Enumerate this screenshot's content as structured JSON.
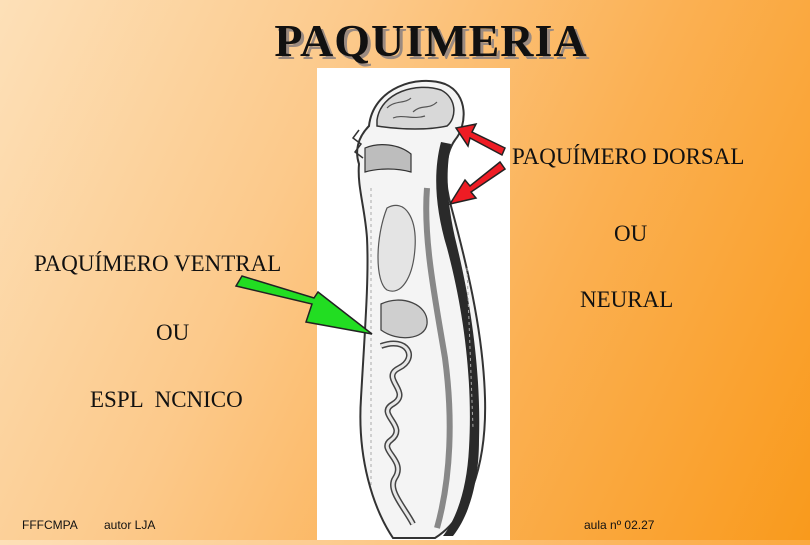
{
  "slide": {
    "title": "PAQUIMERIA",
    "labels": {
      "dorsal": "PAQUÍMERO DORSAL",
      "dorsal_or": "OU",
      "neural": "NEURAL",
      "ventral": "PAQUÍMERO VENTRAL",
      "ventral_or": "OU",
      "esplancnico": "ESPL NCNICO"
    },
    "footer": {
      "institution": "FFFCMPA",
      "author": "autor LJA",
      "lesson": "aula nº 02.27"
    },
    "colors": {
      "dorsal_arrow": "#ee1c24",
      "ventral_arrow": "#22dd22",
      "background_start": "#fde0b8",
      "background_end": "#f99a1c"
    },
    "icons": {
      "figure": "embryo-sagittal-section-illustration",
      "dorsal_arrows": "red-arrow-icon",
      "ventral_arrow": "green-arrow-icon"
    }
  }
}
